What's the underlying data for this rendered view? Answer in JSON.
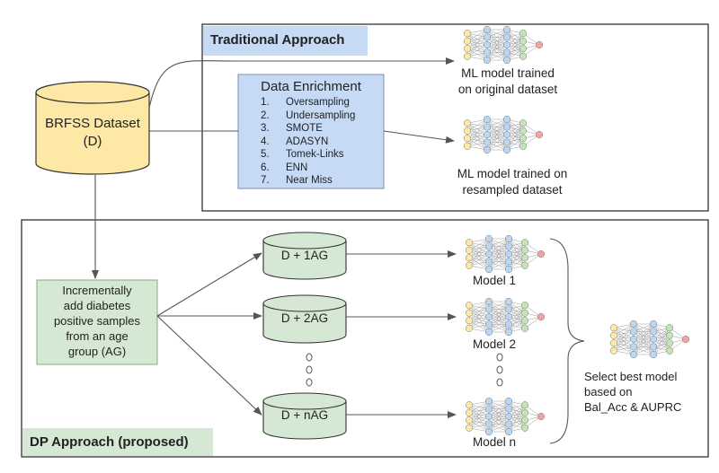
{
  "traditional": {
    "title": "Traditional Approach",
    "enrichment_title": "Data Enrichment",
    "methods": [
      {
        "num": "1.",
        "name": "Oversampling"
      },
      {
        "num": "2.",
        "name": "Undersampling"
      },
      {
        "num": "3.",
        "name": "SMOTE"
      },
      {
        "num": "4.",
        "name": "ADASYN"
      },
      {
        "num": "5.",
        "name": "Tomek-Links"
      },
      {
        "num": "6.",
        "name": "ENN"
      },
      {
        "num": "7.",
        "name": "Near Miss"
      }
    ],
    "model_original_line1": "ML model trained",
    "model_original_line2": "on original dataset",
    "model_resampled_line1": "ML model trained on",
    "model_resampled_line2": "resampled dataset"
  },
  "dataset": {
    "line1": "BRFSS Dataset",
    "line2": "(D)"
  },
  "dp": {
    "title": "DP Approach (proposed)",
    "incremental_lines": [
      "Incrementally",
      "add diabetes",
      "positive samples",
      "from an age",
      "group (AG)"
    ],
    "cylinders": [
      "D + 1AG",
      "D + 2AG",
      "D + nAG"
    ],
    "models": [
      "Model 1",
      "Model 2",
      "Model n"
    ],
    "select_lines": [
      "Select best model",
      "based on",
      "Bal_Acc & AUPRC"
    ]
  },
  "colors": {
    "cylinder_yellow": "#fde8a6",
    "enrichment_blue": "#c6d9f5",
    "title_blue": "#c6d9f5",
    "green_box": "#d5e8d4",
    "nn_yellow": "#fde8a6",
    "nn_blue": "#b9d6f2",
    "nn_green": "#c5e4b5",
    "nn_red": "#f4a3a3"
  }
}
